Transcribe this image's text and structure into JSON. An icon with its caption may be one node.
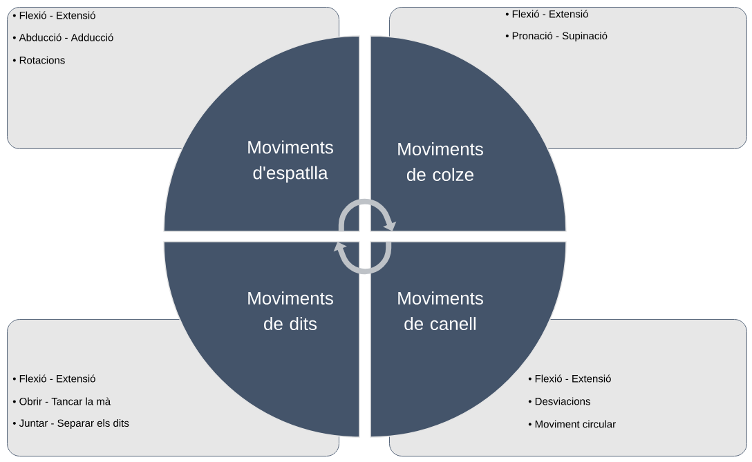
{
  "diagram": {
    "nodes": [
      {
        "text": [
          "• Flexió - Extensió",
          "• Abducció - Adducció",
          "• Rotacions"
        ]
      },
      {
        "text": [
          "• Flexió - Extensió",
          "• Pronació - Supinació"
        ]
      },
      {
        "text": [
          "Moviments d'espatlla"
        ]
      },
      {
        "text": [
          "Moviments de colze"
        ]
      },
      {
        "text": [
          "Moviments de dits"
        ]
      },
      {
        "text": [
          "Moviments de canell"
        ]
      },
      {
        "text": [
          "• Flexió - Extensió",
          "• Obrir - Tancar la mà",
          "• Juntar - Separar els dits"
        ]
      },
      {
        "text": [
          "• Flexió - Extensió",
          "• Desviacions",
          "• Moviment circular"
        ]
      }
    ],
    "edges": [
      {
        "from": 2,
        "to": 3,
        "arrow": "to"
      },
      {
        "from": 5,
        "to": 4,
        "arrow": "to"
      }
    ]
  }
}
